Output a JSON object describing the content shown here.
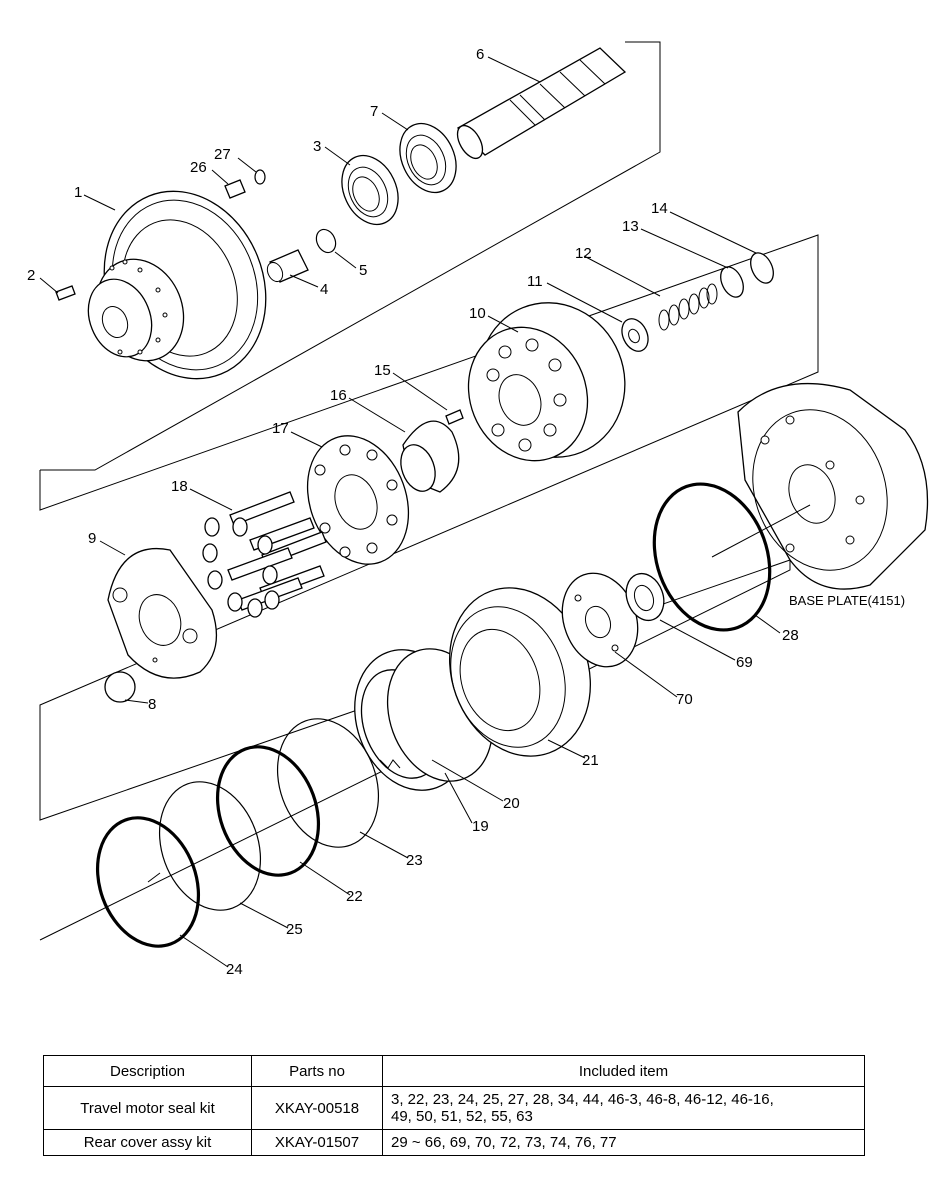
{
  "callouts": [
    "1",
    "2",
    "3",
    "4",
    "5",
    "6",
    "7",
    "8",
    "9",
    "10",
    "11",
    "12",
    "13",
    "14",
    "15",
    "16",
    "17",
    "18",
    "19",
    "20",
    "21",
    "22",
    "23",
    "24",
    "25",
    "26",
    "27",
    "28",
    "69",
    "70"
  ],
  "base_plate_label": "BASE PLATE(4151)",
  "table": {
    "headers": [
      "Description",
      "Parts no",
      "Included item"
    ],
    "rows": [
      {
        "description": "Travel motor seal kit",
        "parts_no": "XKAY-00518",
        "items_line1": "3, 22, 23, 24, 25, 27, 28, 34, 44, 46-3, 46-8, 46-12, 46-16,",
        "items_line2": "49, 50, 51, 52, 55, 63"
      },
      {
        "description": "Rear cover assy kit",
        "parts_no": "XKAY-01507",
        "items_line1": "29 ~ 66, 69, 70, 72, 73, 74, 76, 77",
        "items_line2": ""
      }
    ]
  }
}
